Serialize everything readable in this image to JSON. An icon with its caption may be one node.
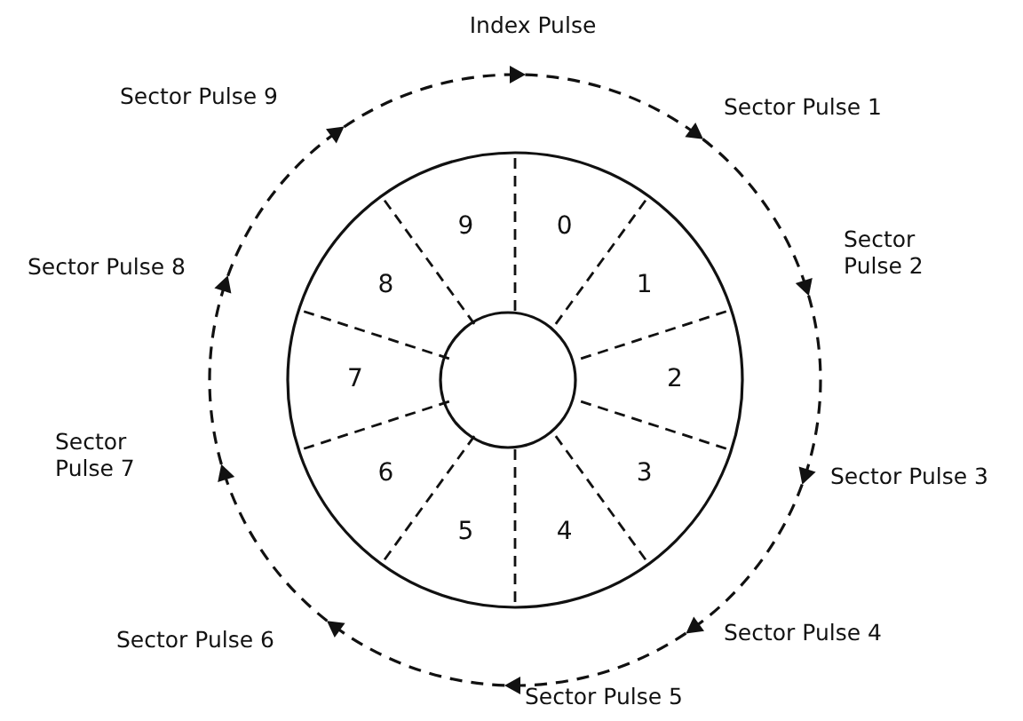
{
  "diagram": {
    "labels": [
      "Index Pulse",
      "Sector Pulse 9",
      "Sector Pulse 1",
      "9",
      "0",
      "Sector Pulse 2",
      "Sector Pulse 8",
      "8",
      "1",
      "2",
      "7",
      "Sector Pulse 7",
      "Sector Pulse 3",
      "6",
      "3",
      "5",
      "4",
      "Sector Pulse 6",
      "Sector Pulse 4",
      "Sector Pulse 5"
    ]
  }
}
